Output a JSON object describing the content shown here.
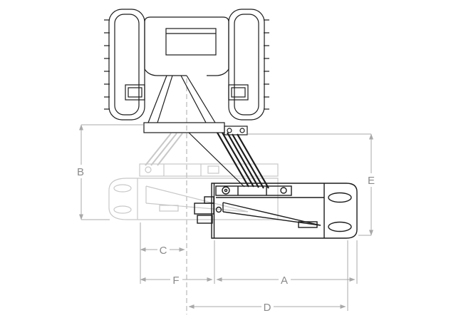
{
  "dimensions": {
    "a": "A",
    "b": "B",
    "c": "C",
    "d": "D",
    "e": "E",
    "f": "F"
  },
  "colors": {
    "outline": "#1c1c1c",
    "ghost": "#c8c8c8",
    "dimension": "#a9a9a9",
    "label": "#8a8a8a",
    "background": "#ffffff"
  }
}
